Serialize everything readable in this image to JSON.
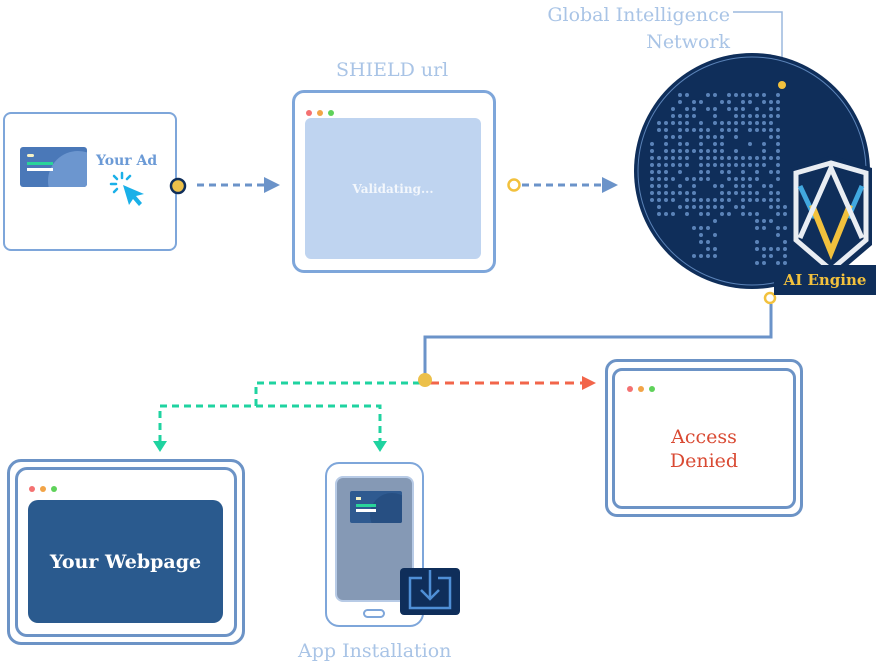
{
  "ad": {
    "label": "Your Ad"
  },
  "shield": {
    "title": "SHIELD url",
    "status": "Validating..."
  },
  "network": {
    "line1": "Global Intelligence",
    "line2": "Network"
  },
  "engine": {
    "label": "AI Engine"
  },
  "outcomes": {
    "denied_line1": "Access",
    "denied_line2": "Denied",
    "webpage": "Your Webpage",
    "app": "App Installation"
  },
  "colors": {
    "primary_blue": "#6b93c9",
    "navy": "#0f2e5a",
    "gold": "#f2c13d",
    "allow_green": "#1fd3a0",
    "deny_red": "#f2654a",
    "light_label": "#a9c4e6"
  }
}
